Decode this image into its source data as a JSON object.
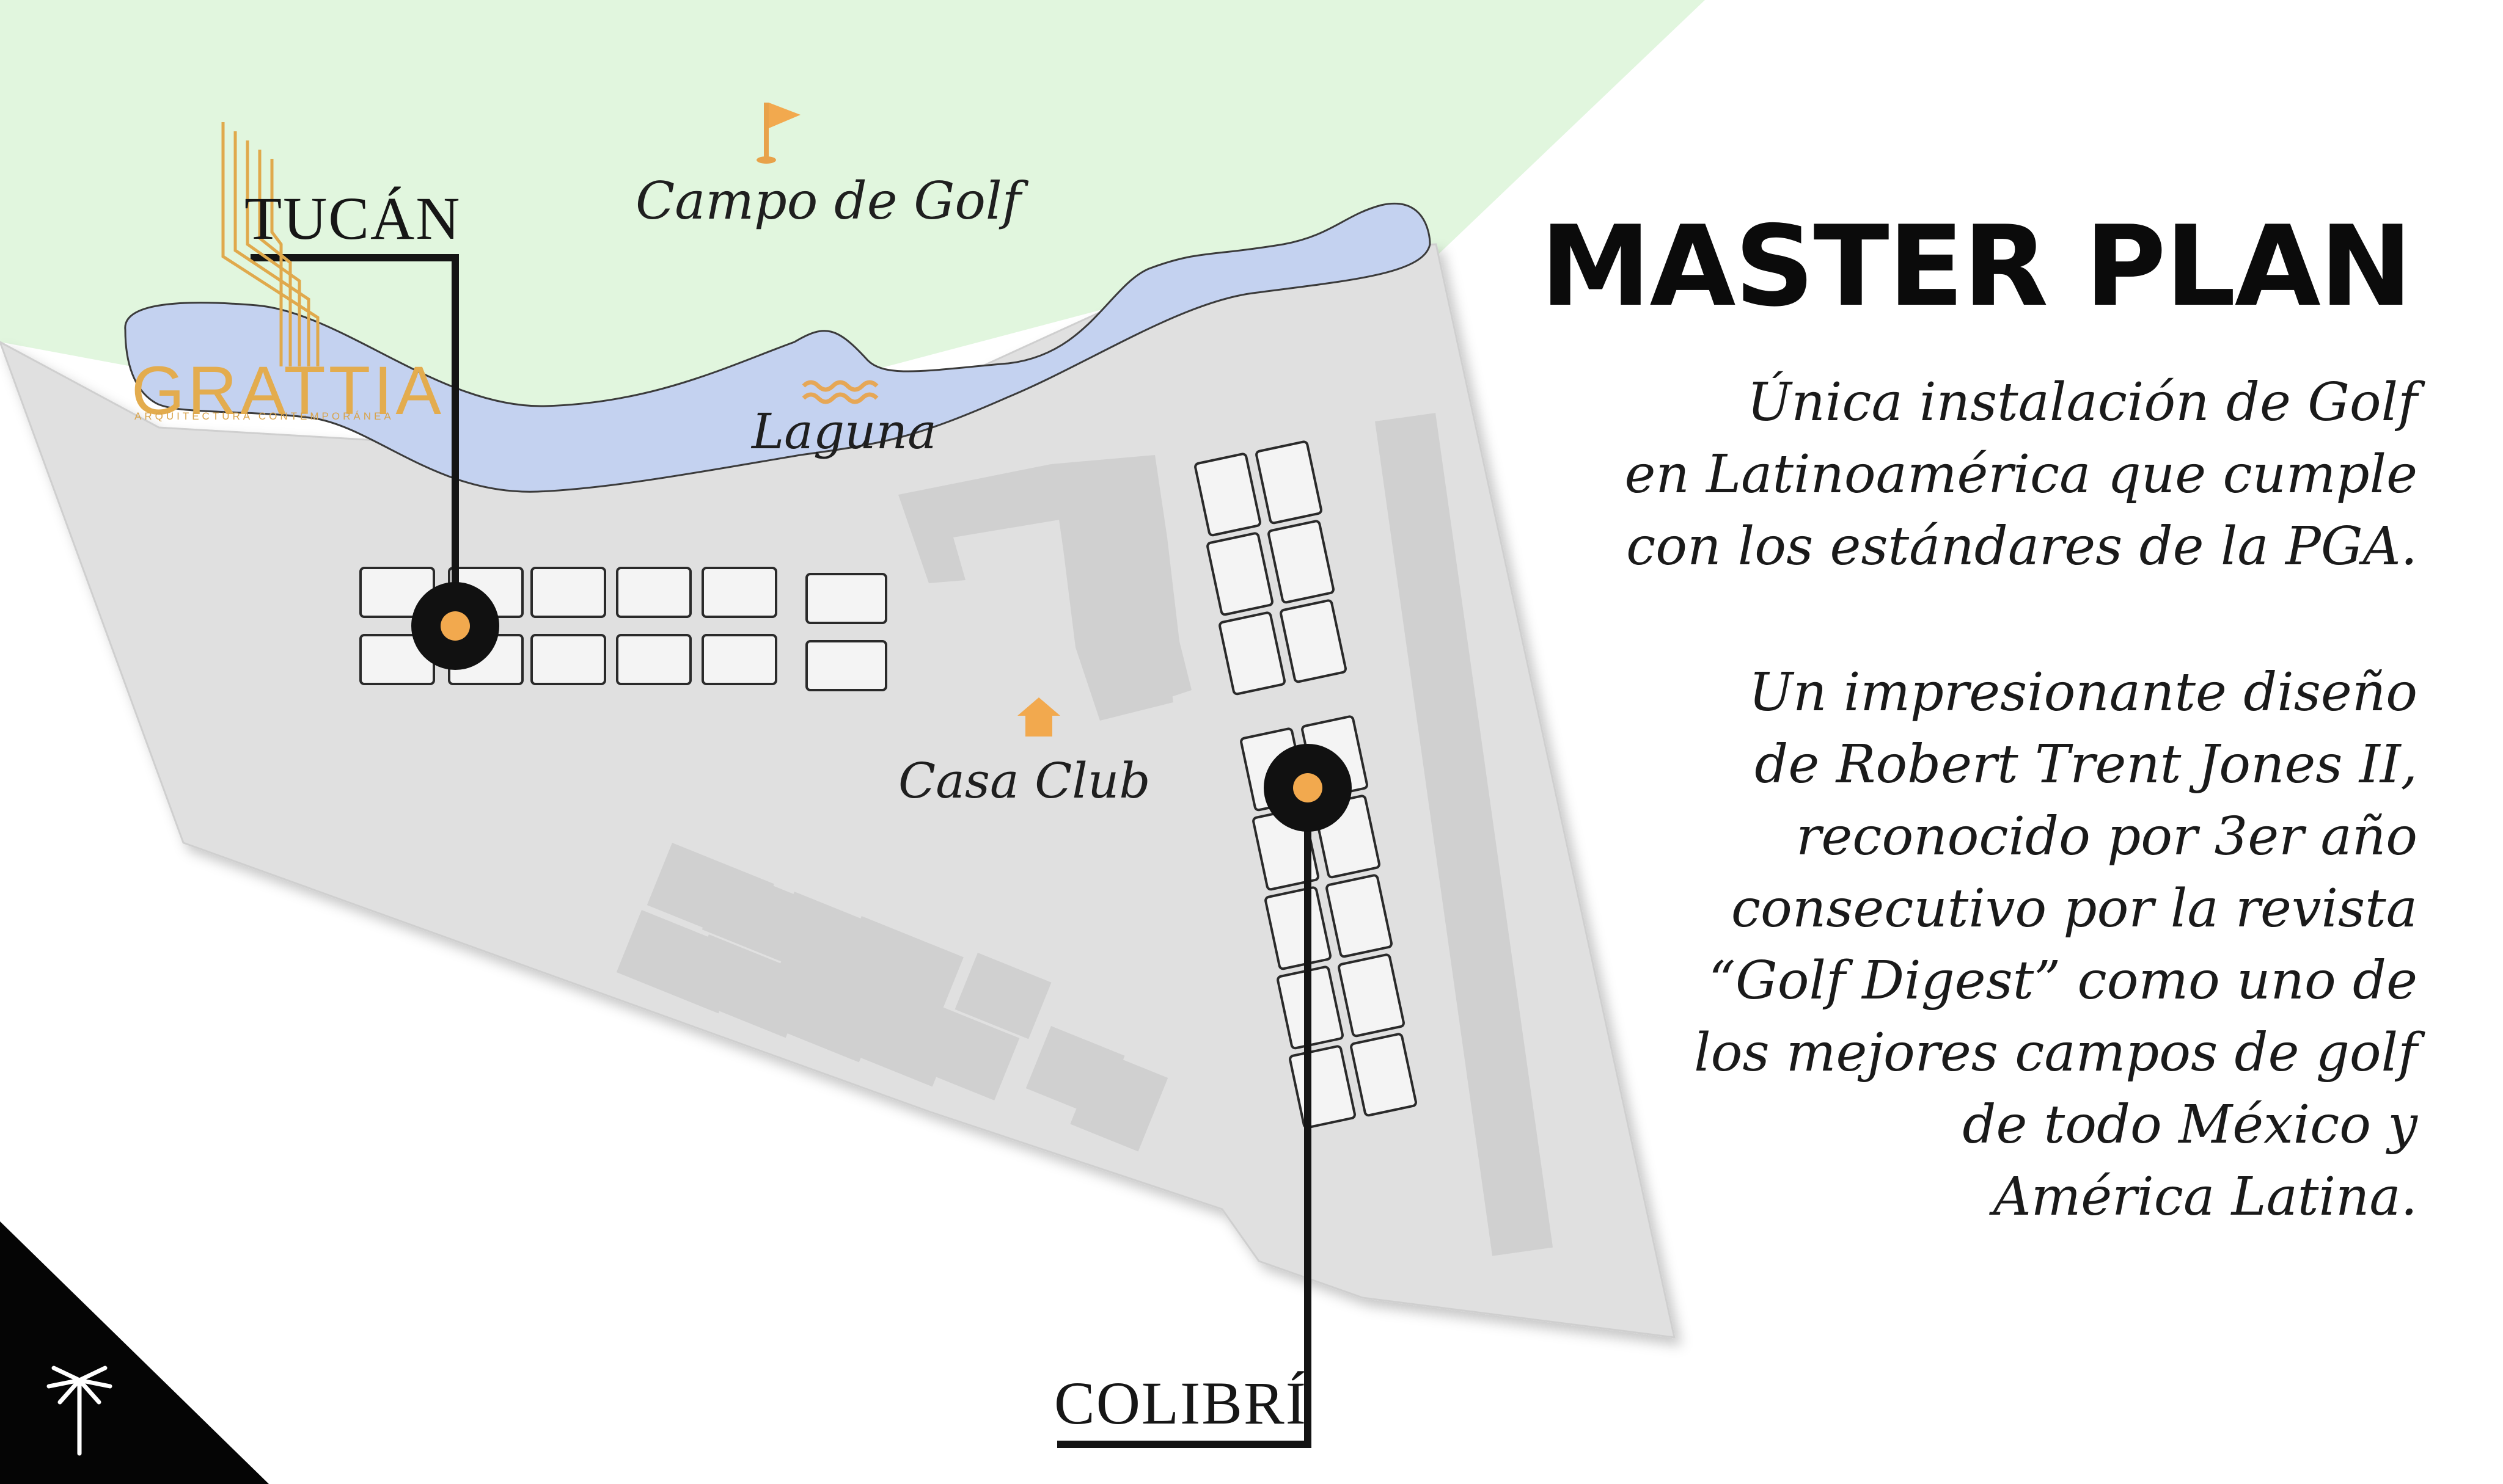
{
  "map": {
    "areas": [
      "golf-course",
      "lagoon",
      "resort-grounds"
    ],
    "golf_label": "Campo de Golf",
    "lagoon_label": "Laguna",
    "clubhouse_label": "Casa Club",
    "towers": [
      {
        "name": "TUCÁN",
        "marker_color": "#f2a94e"
      },
      {
        "name": "COLIBRÍ",
        "marker_color": "#f2a94e"
      }
    ],
    "icons": [
      "golf-flag-icon",
      "waves-icon",
      "house-icon",
      "palm-icon"
    ]
  },
  "brand": {
    "name": "GRATTIA",
    "tagline": "ARQUITECTURA CONTEMPORÁNEA"
  },
  "panel": {
    "title": "MASTER PLAN",
    "paragraph1_lines": [
      "Única instalación de Golf",
      "en Latinoamérica que cumple",
      "con los estándares de la PGA."
    ],
    "paragraph2_lines": [
      "Un impresionante diseño",
      "de Robert Trent Jones II,",
      "reconocido por 3er año",
      "consecutivo por la revista",
      "“Golf Digest” como uno de",
      "los mejores campos de golf",
      "de todo México y",
      "América Latina."
    ]
  },
  "colors": {
    "golf_green": "#e1f6de",
    "lagoon_blue": "#c4d2f0",
    "grounds_gray": "#e0e0e0",
    "accent_orange": "#f2a94e",
    "brand_gold": "#e3ac4e",
    "ink": "#111111"
  }
}
